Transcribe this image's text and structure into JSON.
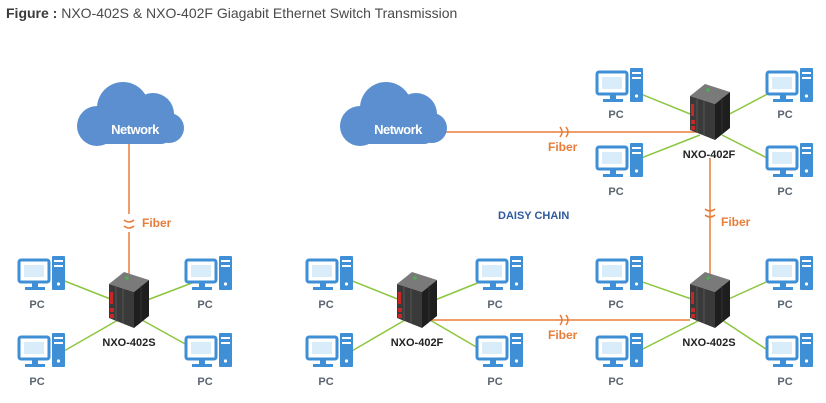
{
  "caption": {
    "prefix": "Figure :",
    "text": "NXO-402S & NXO-402F Giagabit Ethernet Switch Transmission"
  },
  "labels": {
    "network": "Network",
    "fiber": "Fiber",
    "pc": "PC",
    "daisy_chain": "DAISY CHAIN",
    "switch_s": "NXO-402S",
    "switch_f": "NXO-402F"
  },
  "colors": {
    "fiber": "#e87d3a",
    "ethernet": "#8cc63f",
    "cloud": "#5b8fd0",
    "daisy_text": "#2f5a9e"
  }
}
